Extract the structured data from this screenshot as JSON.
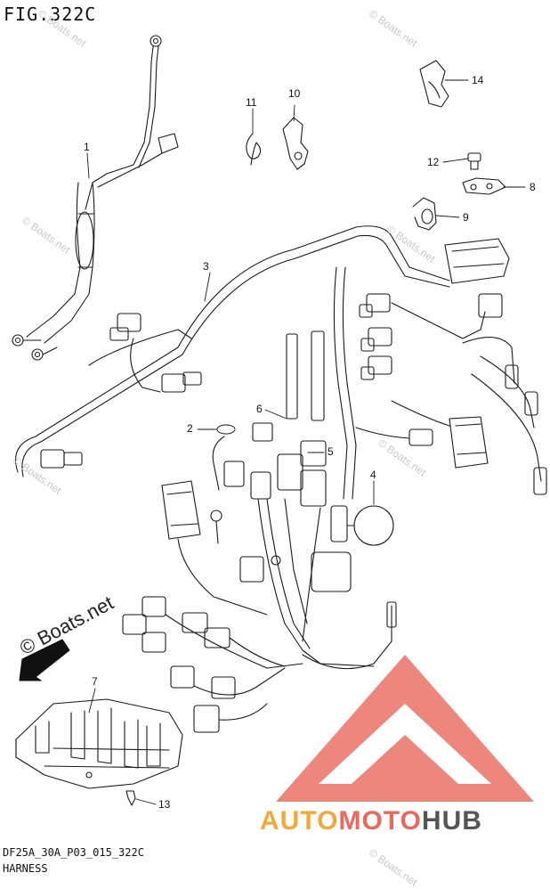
{
  "figure": {
    "title": "FIG.322C",
    "code": "DF25A_30A_P03_015_322C",
    "name": "HARNESS"
  },
  "callouts": [
    "1",
    "2",
    "3",
    "4",
    "5",
    "6",
    "7",
    "8",
    "9",
    "10",
    "11",
    "12",
    "13",
    "14"
  ],
  "watermark": {
    "text": "© Boats.net",
    "color": "#c9c9c9"
  },
  "brand": {
    "part1": "AUTO",
    "part2": "MOTO",
    "part3": "HUB",
    "colors": {
      "auto": "#f2a93b",
      "moto": "#e9695d",
      "hub": "#555555"
    }
  },
  "icons": [
    "front-arrow-icon",
    "automotohub-logo-icon"
  ]
}
